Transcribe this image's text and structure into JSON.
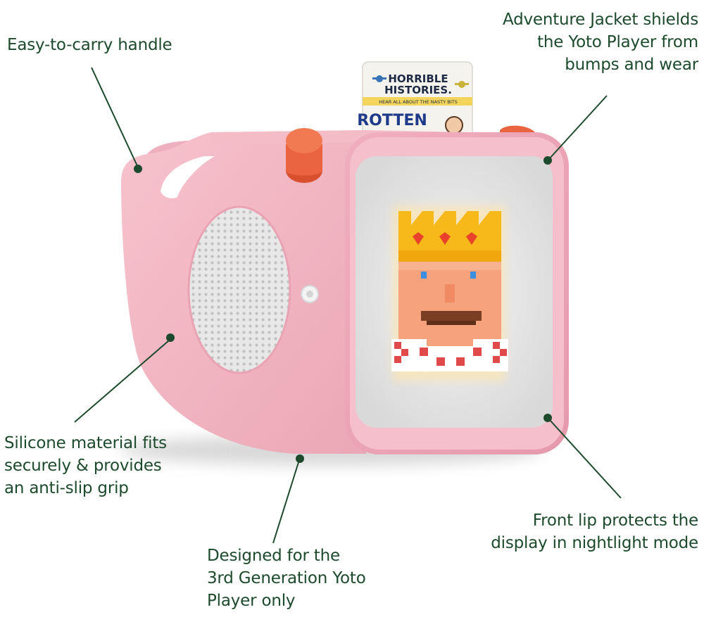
{
  "callouts": {
    "handle": {
      "lines": [
        "Easy-to-carry handle"
      ]
    },
    "jacket": {
      "lines": [
        "Adventure Jacket shields",
        "the Yoto Player from",
        "bumps and wear"
      ]
    },
    "silicone": {
      "lines": [
        "Silicone material fits",
        "securely & provides",
        "an anti-slip grip"
      ]
    },
    "generation": {
      "lines": [
        "Designed for the",
        "3rd Generation Yoto",
        "Player only"
      ]
    },
    "front_lip": {
      "lines": [
        "Front lip protects the",
        "display in nightlight mode"
      ]
    }
  },
  "card": {
    "brand_line1": "HORRIBLE",
    "brand_line2": "HISTORIES.",
    "tagline": "HEAR ALL ABOUT THE NASTY BITS",
    "title_partial": "ROTTEN"
  },
  "colors": {
    "callout_text": "#1d4a2c",
    "leader_line": "#1d4a2c",
    "jacket_pink": "#f2b6c2",
    "knob_orange": "#e9643f",
    "crown_yellow": "#f7b91a",
    "face_skin": "#f6a27c"
  }
}
